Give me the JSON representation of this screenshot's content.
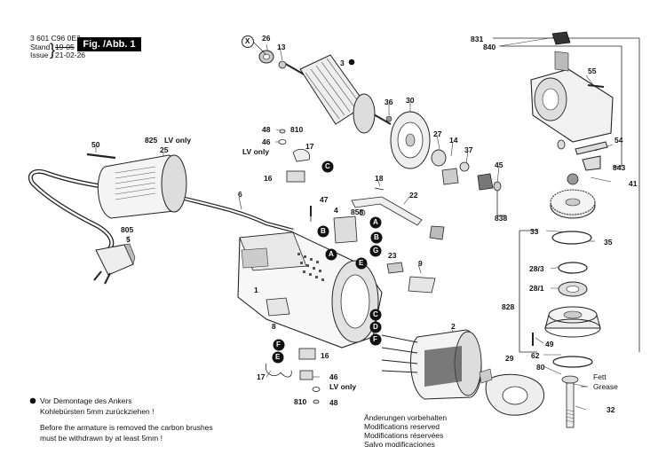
{
  "header": {
    "doc_number": "3 601 C96 0E2",
    "stand_label": "Stand",
    "issue_label": "Issue",
    "stand_old": "19-05",
    "issue_date": "21-02-26",
    "figure_label": "Fig. /Abb. 1"
  },
  "notes": {
    "de_line1": "Vor Demontage des Ankers",
    "de_line2": "Kohlebürsten 5mm zurückziehen !",
    "en_line1": "Before the armature is removed the carbon brushes",
    "en_line2": "must be withdrawn by at least 5mm !"
  },
  "footer": {
    "de": "Änderungen vorbehalten",
    "en": "Modifications reserved",
    "fr": "Modifications réservées",
    "es": "Salvo modificaciones"
  },
  "callouts": {
    "c831": "831",
    "c840": "840",
    "c55": "55",
    "c54": "54",
    "c843": "843",
    "c41": "41",
    "c838": "838",
    "c33": "33",
    "c35": "35",
    "c28_3": "28/3",
    "c28_1": "28/1",
    "c828": "828",
    "c49": "49",
    "c62": "62",
    "c80": "80",
    "c32": "32",
    "c26": "26",
    "c13": "13",
    "c3": "3",
    "c30": "30",
    "c36": "36",
    "c27": "27",
    "c14": "14",
    "c37": "37",
    "c45": "45",
    "c48a": "48",
    "c810a": "810",
    "c46a": "46",
    "c17a": "17",
    "c16a": "16",
    "c18": "18",
    "c22": "22",
    "c47": "47",
    "c4": "4",
    "c858": "858",
    "c23": "23",
    "c9": "9",
    "c50": "50",
    "c825": "825",
    "c25": "25",
    "c6": "6",
    "c805": "805",
    "c5": "5",
    "c1": "1",
    "c8": "8",
    "c2": "2",
    "c29": "29",
    "c16b": "16",
    "c17b": "17",
    "c46b": "46",
    "c810b": "810",
    "c48b": "48"
  },
  "labels": {
    "lv_only": "LV only",
    "fett": "Fett",
    "grease": "Grease"
  },
  "markers": {
    "A": "A",
    "B": "B",
    "C": "C",
    "D": "D",
    "E": "E",
    "F": "F",
    "G": "G",
    "X": "X"
  }
}
